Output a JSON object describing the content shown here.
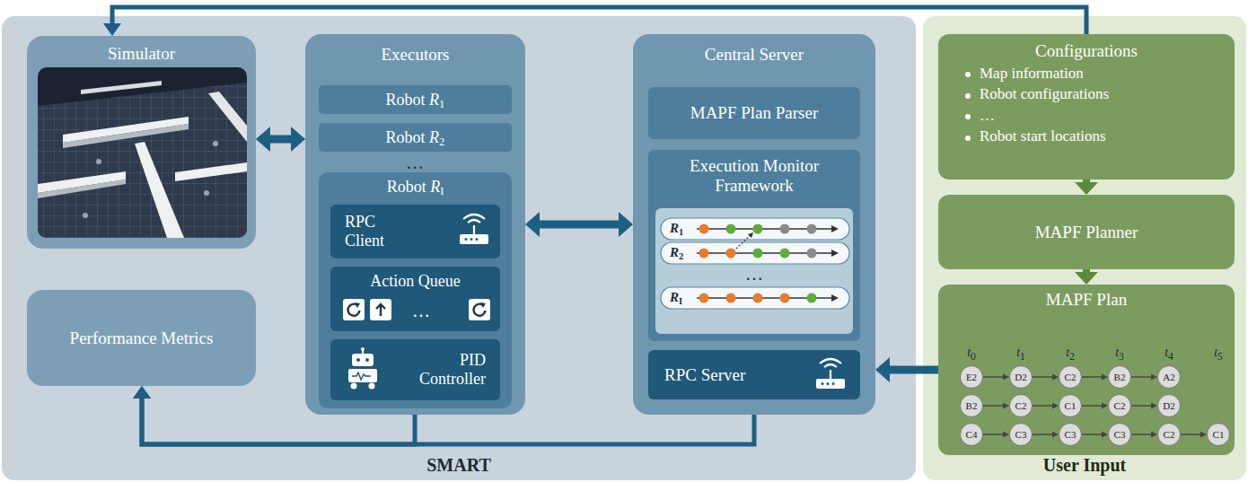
{
  "diagram": {
    "nodes": [
      {
        "text": [
          "SMART"
        ]
      },
      {
        "text": [
          "Simulator"
        ],
        "in": 0
      },
      {
        "text": [
          "Performance Metrics"
        ],
        "in": 0
      },
      {
        "text": [
          "Executors"
        ],
        "in": 0
      },
      {
        "text": [
          "Robot R1"
        ],
        "in": 3
      },
      {
        "text": [
          "Robot R2"
        ],
        "in": 3
      },
      {
        "text": [
          "Robot RI"
        ],
        "in": 3
      },
      {
        "text": [
          "RPC Client"
        ],
        "in": 6
      },
      {
        "text": [
          "Action Queue"
        ],
        "in": 6
      },
      {
        "text": [
          "PID Controller"
        ],
        "in": 6
      },
      {
        "text": [
          "Central Server"
        ],
        "in": 0
      },
      {
        "text": [
          "MAPF Plan Parser"
        ],
        "in": 10
      },
      {
        "text": [
          "Execution Monitor Framework"
        ],
        "in": 10
      },
      {
        "text": [
          "R1"
        ],
        "in": 12
      },
      {
        "text": [
          "R2"
        ],
        "in": 12
      },
      {
        "text": [
          "RI"
        ],
        "in": 12
      },
      {
        "text": [
          "RPC Server"
        ],
        "in": 10
      },
      {
        "text": [
          "User Input"
        ]
      },
      {
        "text": [
          "Configurations",
          "Map information",
          "Robot configurations",
          "…",
          "Robot start locations"
        ],
        "in": 17
      },
      {
        "text": [
          "MAPF Planner"
        ],
        "in": 17
      },
      {
        "text": [
          "MAPF Plan"
        ],
        "in": 17
      },
      {
        "text": [
          "E2"
        ],
        "in": 20
      },
      {
        "text": [
          "D2"
        ],
        "in": 20
      },
      {
        "text": [
          "C2"
        ],
        "in": 20
      },
      {
        "text": [
          "B2"
        ],
        "in": 20
      },
      {
        "text": [
          "A2"
        ],
        "in": 20
      },
      {
        "text": [
          "B2"
        ],
        "in": 20
      },
      {
        "text": [
          "C2"
        ],
        "in": 20
      },
      {
        "text": [
          "C1"
        ],
        "in": 20
      },
      {
        "text": [
          "C2"
        ],
        "in": 20
      },
      {
        "text": [
          "D2"
        ],
        "in": 20
      },
      {
        "text": [
          "C4"
        ],
        "in": 20
      },
      {
        "text": [
          "C3"
        ],
        "in": 20
      },
      {
        "text": [
          "C3"
        ],
        "in": 20
      },
      {
        "text": [
          "C3"
        ],
        "in": 20
      },
      {
        "text": [
          "C2"
        ],
        "in": 20
      },
      {
        "text": [
          "C1"
        ],
        "in": 20
      }
    ],
    "edges": [
      {
        "from": 18,
        "to": 1,
        "arrow": "to"
      },
      {
        "from": 18,
        "to": 19,
        "arrow": "to"
      },
      {
        "from": 19,
        "to": 20,
        "arrow": "to"
      },
      {
        "from": 20,
        "to": 10,
        "arrow": "to"
      },
      {
        "from": 1,
        "to": 3,
        "arrow": "both"
      },
      {
        "from": 3,
        "to": 10,
        "arrow": "both"
      },
      {
        "from": 3,
        "to": 2,
        "arrow": "to"
      },
      {
        "from": 10,
        "to": 2,
        "arrow": "to"
      },
      {
        "from": 21,
        "to": 22,
        "arrow": "to"
      },
      {
        "from": 22,
        "to": 23,
        "arrow": "to"
      },
      {
        "from": 23,
        "to": 24,
        "arrow": "to"
      },
      {
        "from": 24,
        "to": 25,
        "arrow": "to"
      },
      {
        "from": 26,
        "to": 27,
        "arrow": "to"
      },
      {
        "from": 27,
        "to": 28,
        "arrow": "to"
      },
      {
        "from": 28,
        "to": 29,
        "arrow": "to"
      },
      {
        "from": 29,
        "to": 30,
        "arrow": "to"
      },
      {
        "from": 31,
        "to": 32,
        "arrow": "to"
      },
      {
        "from": 32,
        "to": 33,
        "arrow": "to"
      },
      {
        "from": 33,
        "to": 34,
        "arrow": "to"
      },
      {
        "from": 34,
        "to": 35,
        "arrow": "to"
      },
      {
        "from": 35,
        "to": 36,
        "arrow": "to"
      }
    ],
    "labels": [
      "…",
      "…",
      "…",
      "t0",
      "t1",
      "t2",
      "t3",
      "t4",
      "t5"
    ]
  }
}
